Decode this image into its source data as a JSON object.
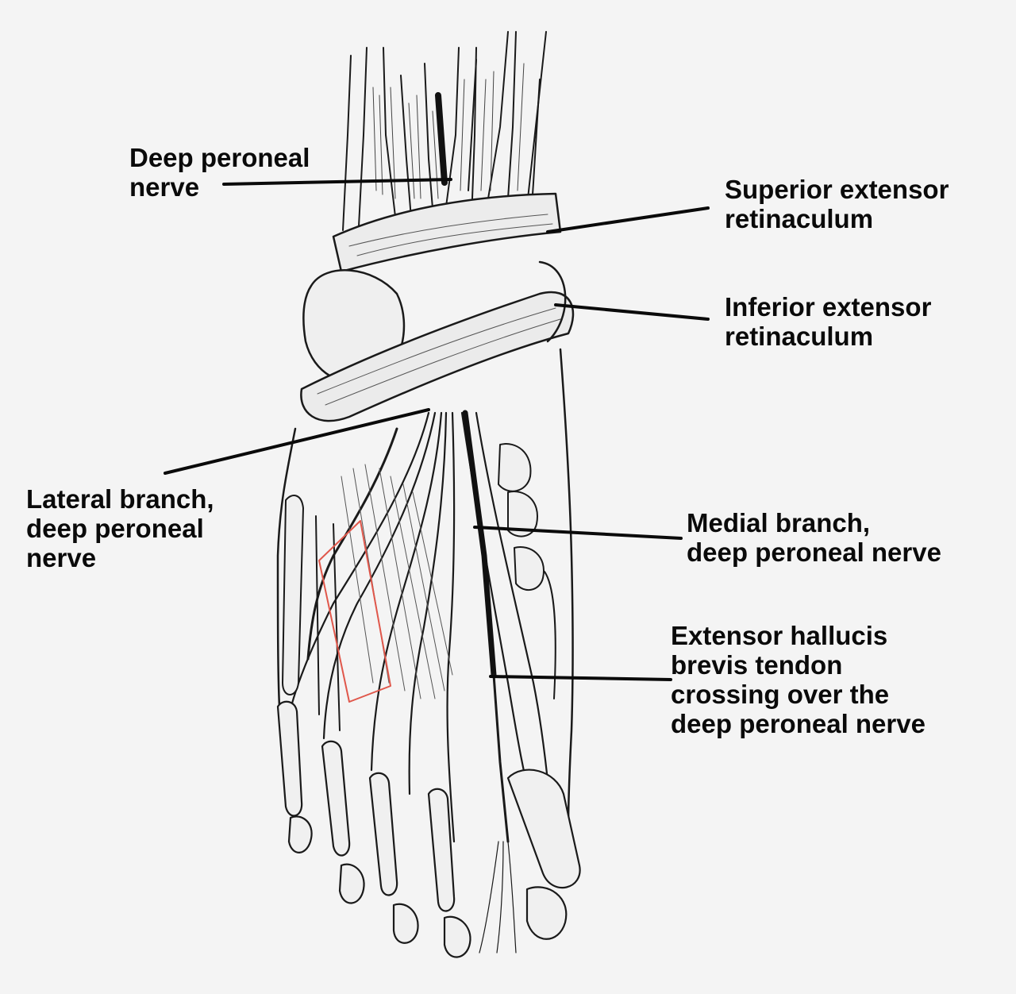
{
  "labels": {
    "deep_peroneal_nerve": [
      "Deep peroneal",
      "nerve"
    ],
    "superior_extensor_retinaculum": [
      "Superior extensor",
      "retinaculum"
    ],
    "inferior_extensor_retinaculum": [
      "Inferior extensor",
      "retinaculum"
    ],
    "lateral_branch": [
      "Lateral branch,",
      "deep peroneal",
      "nerve"
    ],
    "medial_branch": [
      "Medial branch,",
      "deep peroneal nerve"
    ],
    "ehb_tendon": [
      "Extensor hallucis",
      "brevis tendon",
      "crossing over the",
      "deep peroneal nerve"
    ]
  },
  "colors": {
    "background": "#f4f4f4",
    "ink": "#0a0a0a",
    "highlight_box": "#e0574b"
  }
}
